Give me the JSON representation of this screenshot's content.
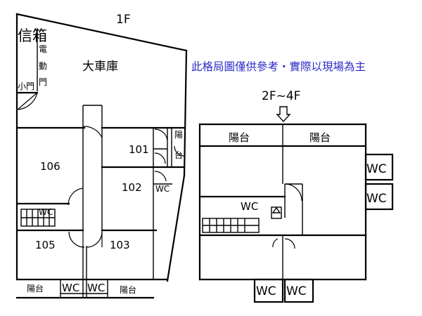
{
  "floor_1": {
    "title": "1F",
    "mailbox": "信箱",
    "electric_door": [
      "電",
      "動",
      "門"
    ],
    "small_door": "小門",
    "garage": "大車庫",
    "rooms": {
      "r101": "101",
      "r102": "102",
      "r103": "103",
      "r105": "105",
      "r106": "106"
    },
    "balcony_right": [
      "陽",
      "台"
    ],
    "balcony_bottom_left": "陽台",
    "balcony_bottom_right": "陽台",
    "wc": "WC"
  },
  "floor_2_4": {
    "title": "2F~4F",
    "balcony_left": "陽台",
    "balcony_right": "陽台",
    "wc": "WC"
  },
  "note": "此格局圖僅供參考・實際以現場為主"
}
